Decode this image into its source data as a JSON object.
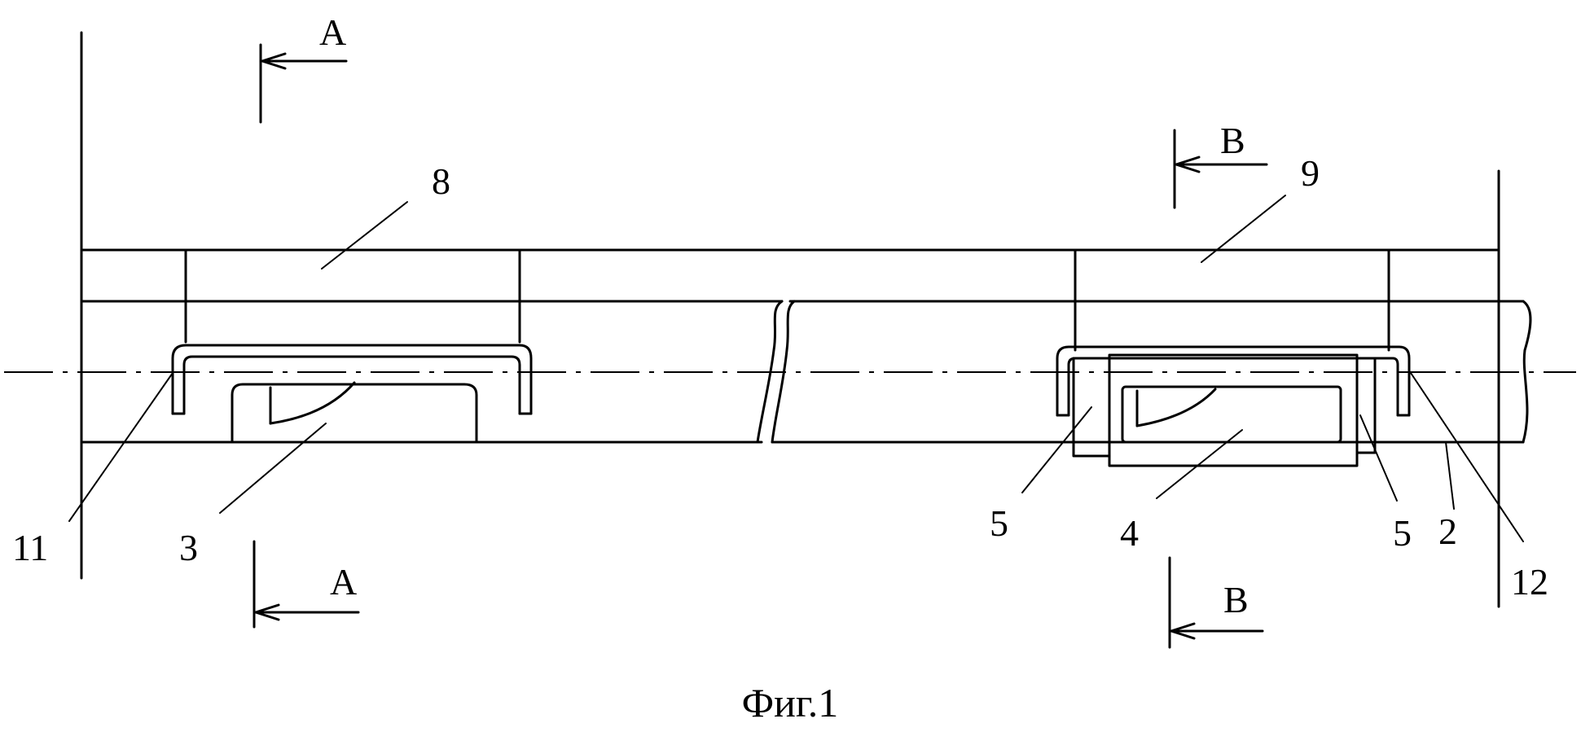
{
  "figure": {
    "caption": "Фиг.1",
    "section_markers": {
      "a_top": "A",
      "a_bottom": "A",
      "b_top": "B",
      "b_bottom": "B"
    },
    "labels": {
      "l8": "8",
      "l9": "9",
      "l11": "11",
      "l3": "3",
      "l5_left": "5",
      "l4": "4",
      "l5_right": "5",
      "l2": "2",
      "l12": "12"
    }
  }
}
